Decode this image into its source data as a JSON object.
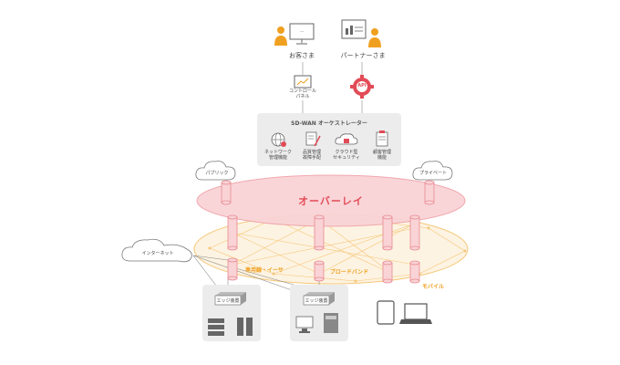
{
  "customer": {
    "label": "お客さま"
  },
  "partner": {
    "label": "パートナーさま"
  },
  "control_panel": {
    "label_line1": "コントロール",
    "label_line2": "パネル"
  },
  "api": {
    "label": "API"
  },
  "orchestrator": {
    "title": "SD-WAN オーケストレーター",
    "items": [
      {
        "line1": "ネットワーク",
        "line2": "管理機能",
        "icon": "globe-gear-icon"
      },
      {
        "line1": "品質管理",
        "line2": "故障手配",
        "icon": "checklist-pen-icon"
      },
      {
        "line1": "クラウド型",
        "line2": "セキュリティ",
        "icon": "cloud-lock-icon"
      },
      {
        "line1": "顧客管理",
        "line2": "機能",
        "icon": "clipboard-icon"
      }
    ]
  },
  "clouds": {
    "public": "パブリック",
    "private": "プライベート",
    "internet": "インターネット"
  },
  "overlay": {
    "label": "オーバーレイ"
  },
  "underlay": {
    "leased": "専用線・イーサ",
    "broadband": "ブロードバンド",
    "mobile": "モバイル"
  },
  "edge": {
    "label1": "エッジ装置",
    "label2": "エッジ装置"
  },
  "colors": {
    "overlay": "#e24b57",
    "underlay": "#f0a020",
    "icon_orange": "#f0a020",
    "panel": "#ececec"
  }
}
